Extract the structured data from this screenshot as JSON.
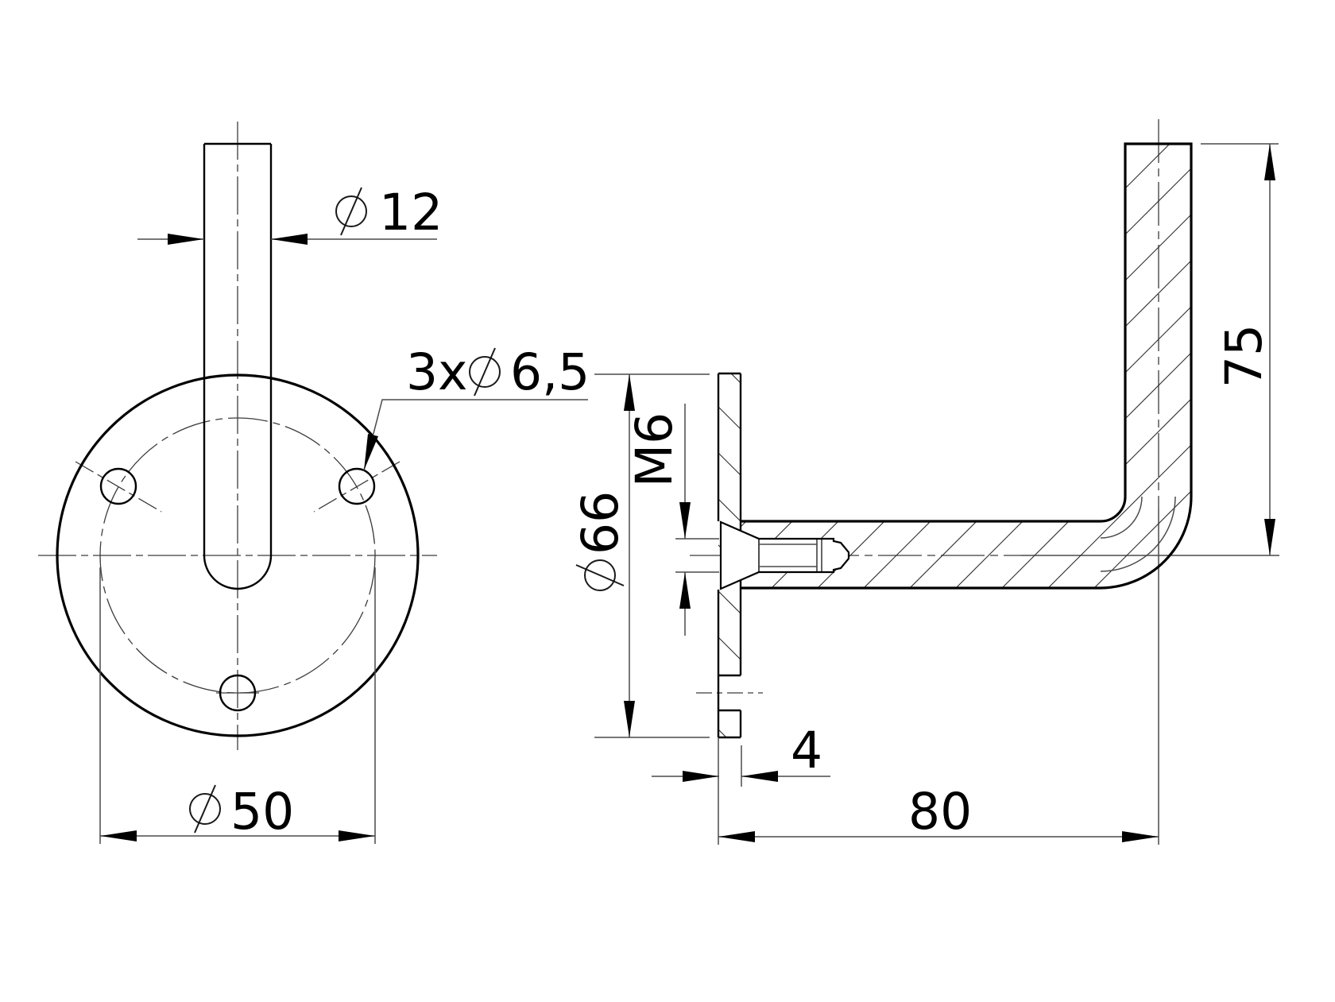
{
  "drawing": {
    "type": "technical-drawing",
    "part": "handrail wall bracket, two orthographic views",
    "labels": {
      "rod_diameter": "12",
      "bolt_circle_diameter": "50",
      "holes_count_prefix": "3x",
      "holes_diameter": "6,5",
      "plate_diameter": "66",
      "thread": "M6",
      "height": "75",
      "depth": "80",
      "plate_thickness": "4"
    },
    "colors": {
      "background": "#ffffff",
      "edges": "#000000",
      "thin_lines": "#4a4a4a"
    }
  }
}
